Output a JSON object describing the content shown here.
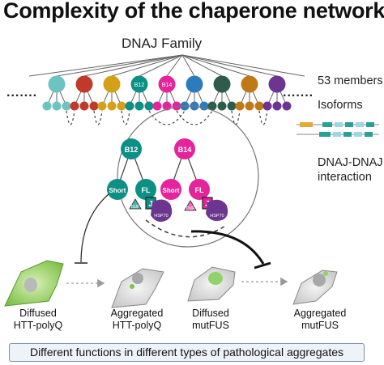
{
  "title": "Complexity of the chaperone network",
  "family_label": "DNAJ Family",
  "members_label": "53 members",
  "isoforms_label": "Isoforms",
  "interaction_label_line1": "DNAJ-DNAJ",
  "interaction_label_line2": "interaction",
  "ellipsis": ".......",
  "node_labels": {
    "b12": "B12",
    "b14": "B14"
  },
  "inner_labels": {
    "b12": "B12",
    "b14": "B14",
    "short_left": "Short",
    "fl_left": "FL",
    "short_right": "Short",
    "fl_right": "FL",
    "j": "J",
    "duf": "DUF",
    "hsp70": "HSP70"
  },
  "cells": [
    {
      "line1": "Diffused",
      "line2": "HTT-polyQ"
    },
    {
      "line1": "Aggregated",
      "line2": "HTT-polyQ"
    },
    {
      "line1": "Diffused",
      "line2": "mutFUS"
    },
    {
      "line1": "Aggregated",
      "line2": "mutFUS"
    }
  ],
  "footer": "Different functions in different types of pathological aggregates",
  "colors": {
    "node_colors": [
      "#6cc3bf",
      "#c0392b",
      "#d4a017",
      "#0e8f86",
      "#e5239b",
      "#2b7bbd",
      "#2e5b4c",
      "#c07a15",
      "#6b3590"
    ],
    "b12": "#0e8f86",
    "b14": "#e5239b",
    "hsp70": "#6b3590",
    "htt": "#7fc24a",
    "fus": "#8fd36a"
  }
}
